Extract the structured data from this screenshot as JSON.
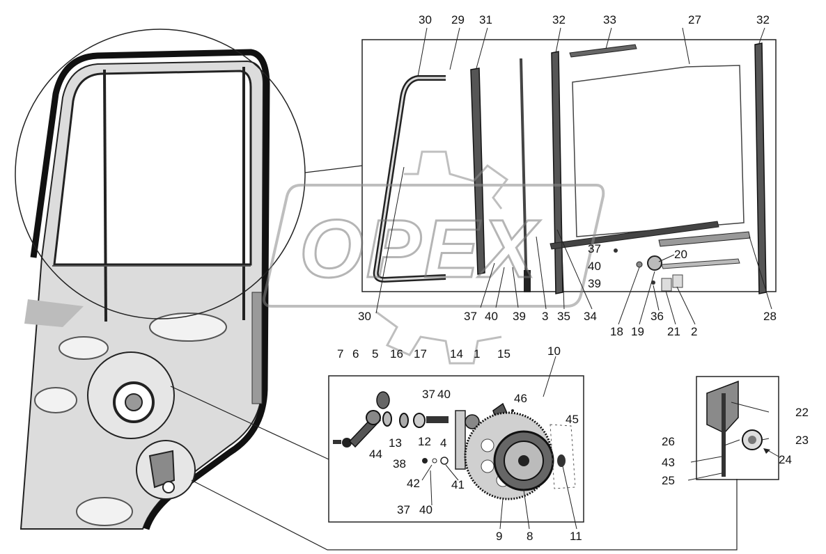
{
  "watermark": {
    "brand": "OPEX",
    "color": "#8a8a8a"
  },
  "colors": {
    "line": "#111111",
    "door_fill": "#d9d9d9",
    "door_shade": "#bdbdbd",
    "part_dark": "#2a2a2a",
    "part_mid": "#8f8f8f"
  },
  "callouts": {
    "glass_panel": [
      "30",
      "29",
      "31",
      "32",
      "33",
      "27",
      "32",
      "37",
      "40",
      "39",
      "20",
      "18",
      "19",
      "36",
      "21",
      "2",
      "28",
      "30",
      "37",
      "40",
      "39",
      "3",
      "35",
      "34"
    ],
    "regulator_panel": [
      "7",
      "6",
      "5",
      "16",
      "17",
      "14",
      "1",
      "15",
      "10",
      "37",
      "40",
      "46",
      "45",
      "13",
      "12",
      "4",
      "44",
      "38",
      "42",
      "41",
      "37",
      "40",
      "9",
      "8",
      "11"
    ],
    "lock_panel": [
      "22",
      "26",
      "23",
      "43",
      "24",
      "25"
    ]
  }
}
